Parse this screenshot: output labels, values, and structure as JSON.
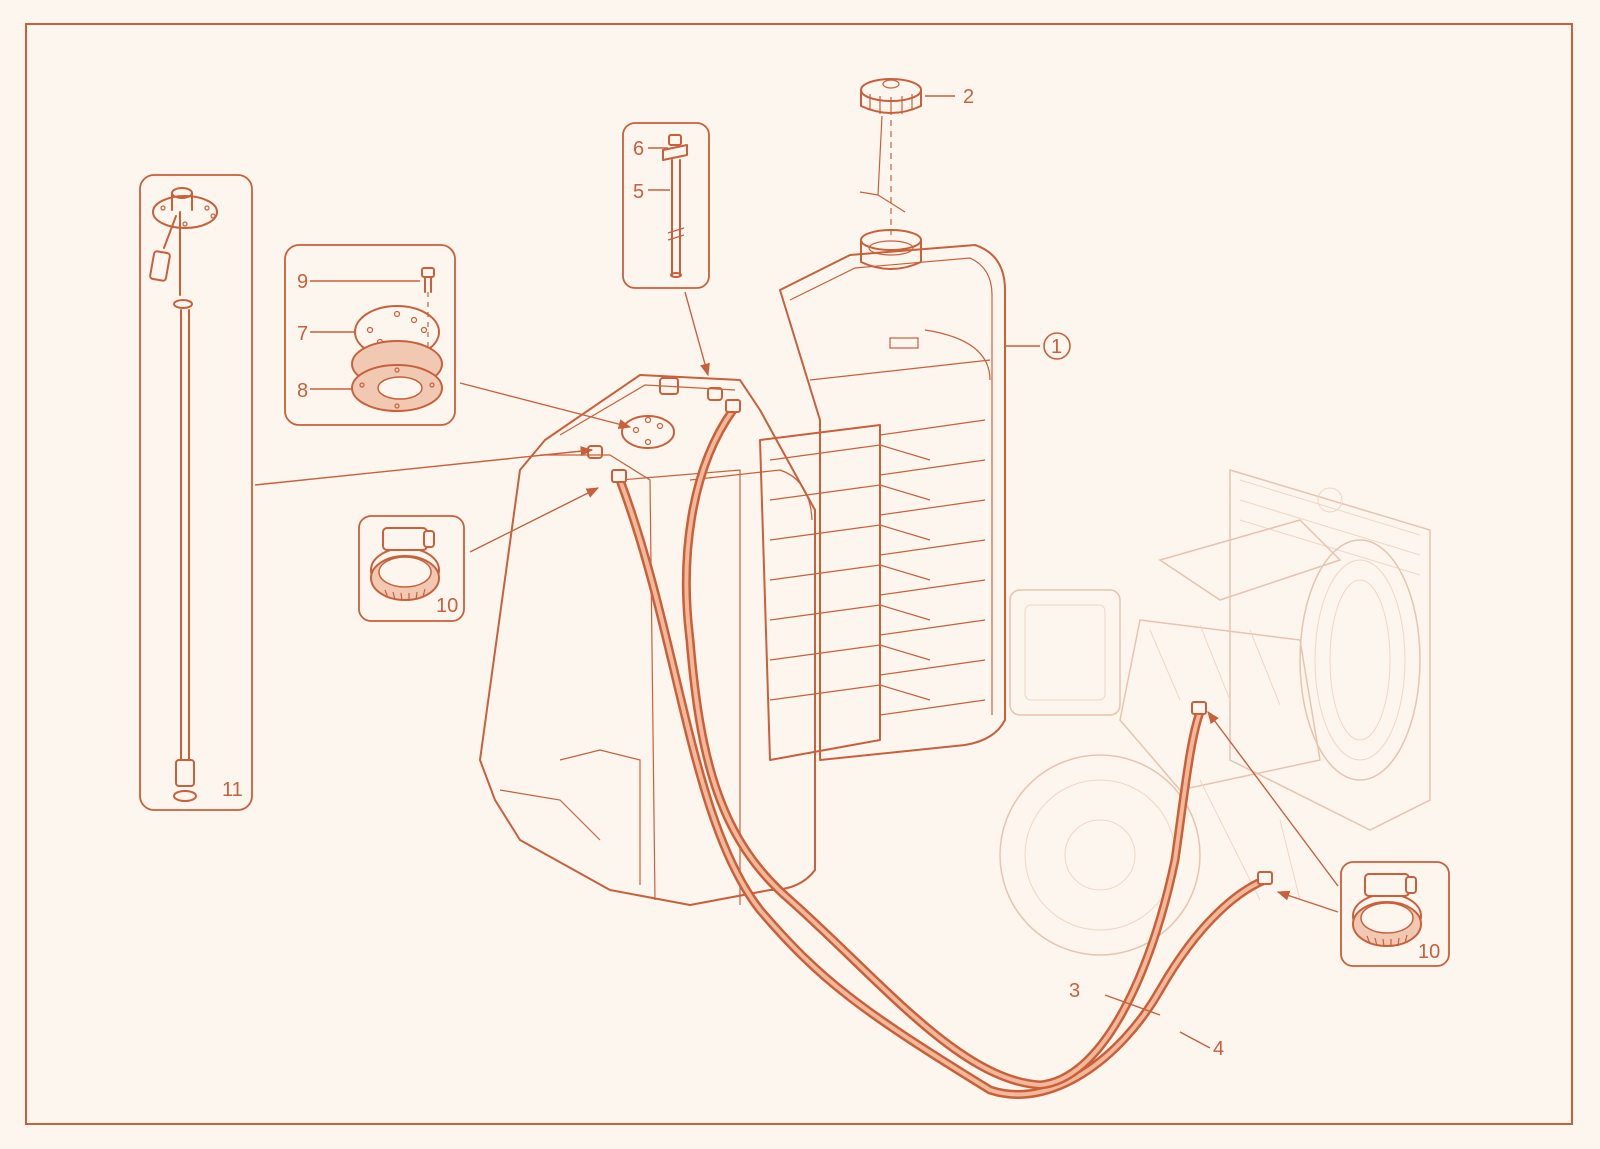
{
  "colors": {
    "background": "#fdf6ee",
    "ink": "#c9603a",
    "hose": "#e07850",
    "ghost": "#e9c3ad"
  },
  "labels": {
    "fuel_tank": "1",
    "filler_cap": "2",
    "hose_3": "3",
    "hose_4": "4",
    "tube_5": "5",
    "fitting_6": "6",
    "plate_7": "7",
    "gasket_8": "8",
    "screw_9": "9",
    "clamp_10_left": "10",
    "clamp_10_right": "10",
    "level_sender_11": "11"
  },
  "icons": {
    "frame": "border-frame",
    "tank": "fuel-tank-drawing",
    "engine": "engine-ghost-drawing",
    "clamp": "hose-clamp-icon",
    "sender": "fuel-level-sender-icon"
  }
}
